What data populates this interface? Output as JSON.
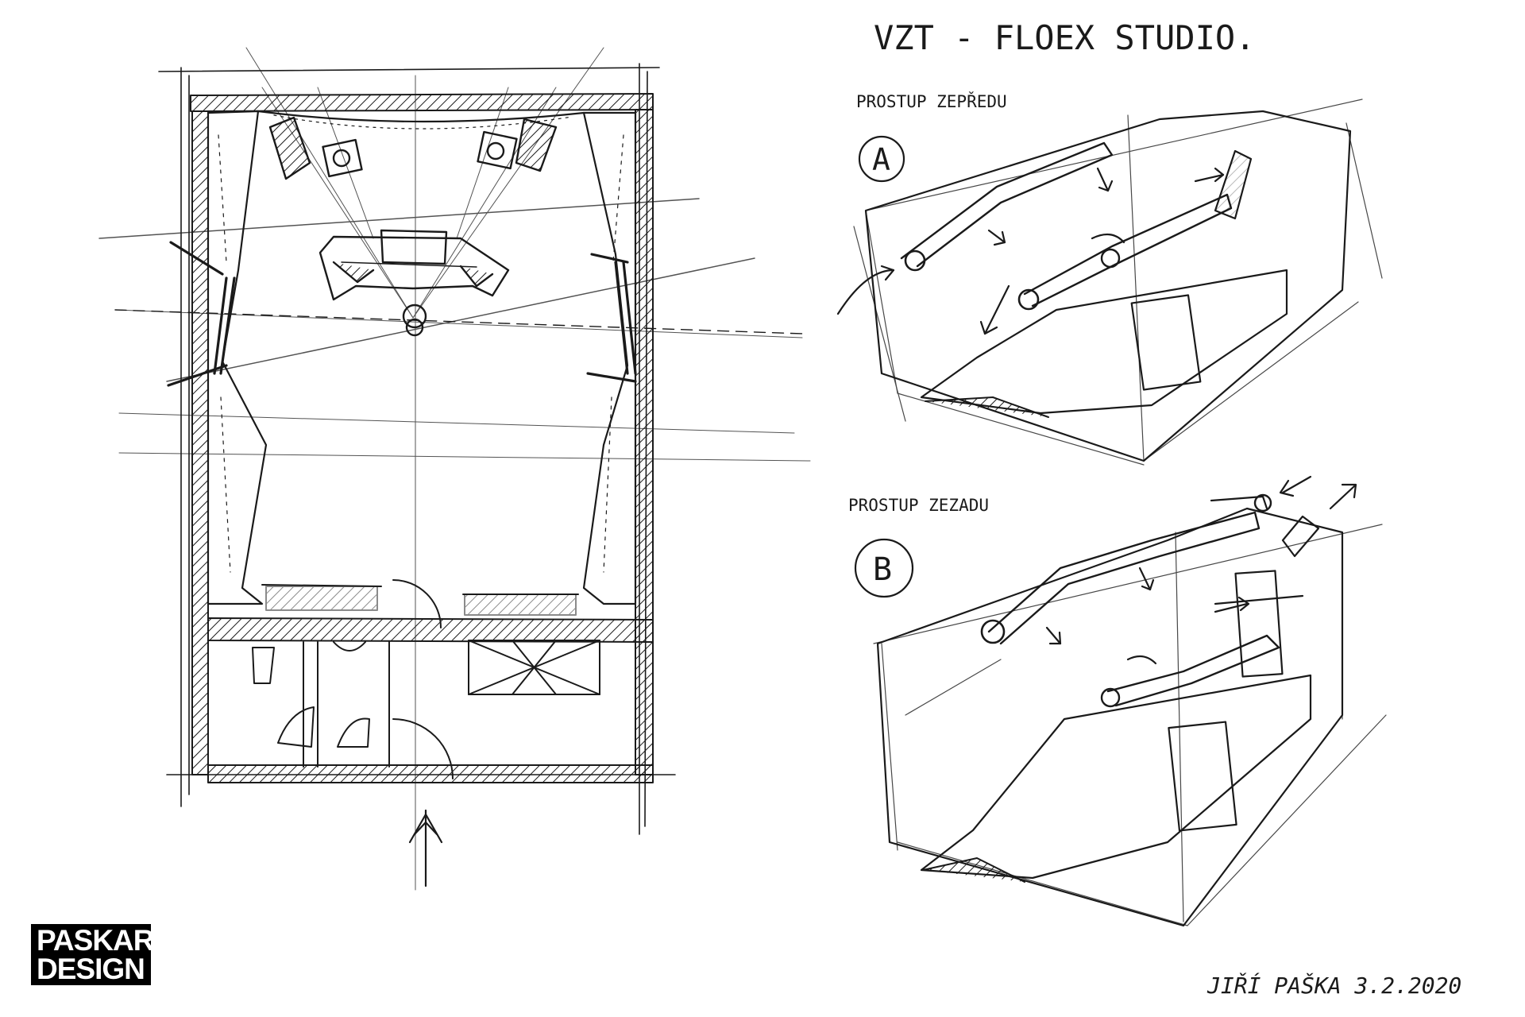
{
  "sheet": {
    "title": "VZT - FLOEX STUDIO.",
    "caption_a": "PROSTUP ZEPŘEDU",
    "caption_b": "PROSTUP ZEZADU",
    "marker_a": "A",
    "marker_b": "B",
    "signature": "JIŘÍ PAŠKA 3.2.2020"
  },
  "logo": {
    "line1": "PASKAR",
    "line2": "DESIGN"
  },
  "colors": {
    "ink": "#1a1a1a",
    "paper": "#ffffff",
    "logo_bg": "#000000",
    "logo_text": "#ffffff"
  }
}
